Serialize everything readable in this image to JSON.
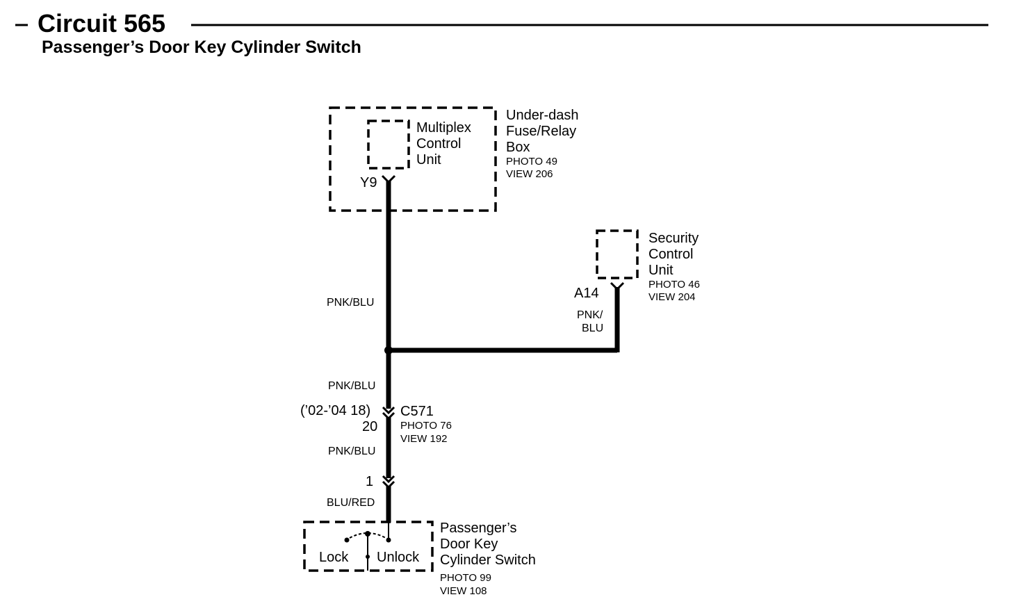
{
  "header": {
    "title": "Circuit 565",
    "subtitle": "Passenger’s Door Key Cylinder Switch"
  },
  "fuse_box": {
    "name_lines": [
      "Under-dash",
      "Fuse/Relay",
      "Box"
    ],
    "photo": "PHOTO 49",
    "view": "VIEW 206",
    "mcu_lines": [
      "Multiplex",
      "Control",
      "Unit"
    ],
    "pin": "Y9"
  },
  "security_unit": {
    "name_lines": [
      "Security",
      "Control",
      "Unit"
    ],
    "photo": "PHOTO 46",
    "view": "VIEW 204",
    "pin": "A14",
    "wire_lines": [
      "PNK/",
      "BLU"
    ]
  },
  "wires": {
    "upper": "PNK/BLU",
    "middle": "PNK/BLU",
    "lower": "PNK/BLU",
    "switch_lead": "BLU/RED"
  },
  "connector_c571": {
    "name": "C571",
    "year_note": "(’02-’04 18)",
    "pin": "20",
    "photo": "PHOTO 76",
    "view": "VIEW 192"
  },
  "switch_connector_pin": "1",
  "switch": {
    "name_lines": [
      "Passenger’s",
      "Door Key",
      "Cylinder Switch"
    ],
    "photo": "PHOTO 99",
    "view": "VIEW 108",
    "lock_label": "Lock",
    "unlock_label": "Unlock"
  }
}
